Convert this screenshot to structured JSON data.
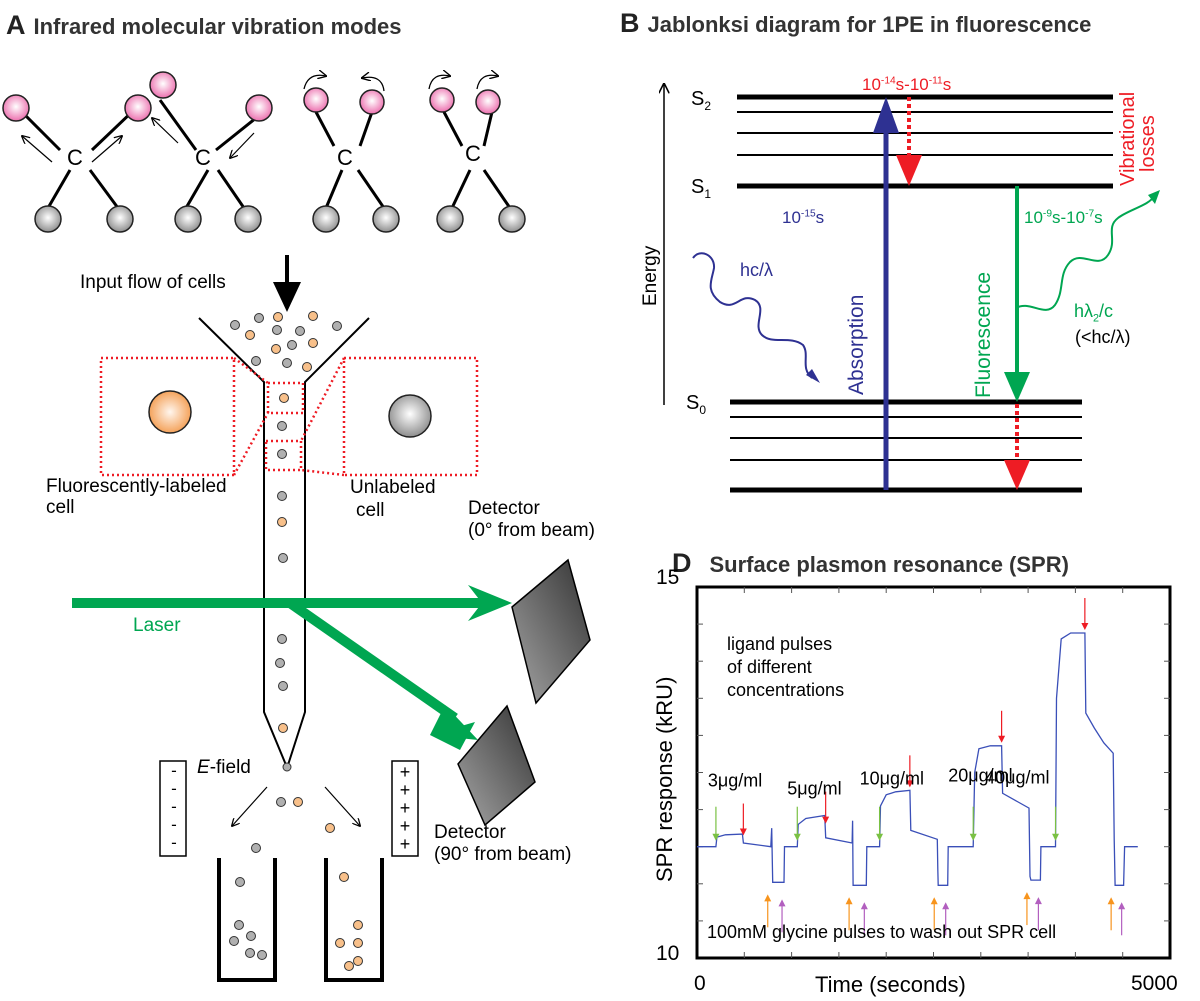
{
  "panels": {
    "A": {
      "letter": "A",
      "title": "Infrared molecular vibration modes",
      "carbon_label": "C",
      "input_flow_label": "Input flow of cells",
      "labeled_cell_label_1": "Fluorescently-labeled",
      "labeled_cell_label_2": "cell",
      "unlabeled_cell_label_1": "Unlabeled",
      "unlabeled_cell_label_2": "cell",
      "detector0_label_1": "Detector",
      "detector0_label_2": "(0° from beam)",
      "detector90_label_1": "Detector",
      "detector90_label_2": "(90° from beam)",
      "laser_label": "Laser",
      "efield_label_italic": "E",
      "efield_label_rest": "-field",
      "minus_sign": "-",
      "plus_sign": "+",
      "colors": {
        "pink_atom": "#f07fb8",
        "gray_atom": "#a8a8a8",
        "labeled_cell": "#f5a35a",
        "laser": "#00a651",
        "zoom_box": "#ee1c24"
      }
    },
    "B": {
      "letter": "B",
      "title": "Jablonksi diagram for 1PE in fluorescence",
      "energy_label": "Energy",
      "s2": "S",
      "s2_sub": "2",
      "s1": "S",
      "s1_sub": "1",
      "s0": "S",
      "s0_sub": "0",
      "vib_time_base1": "10",
      "vib_time_exp1": "-14",
      "vib_time_mid": "s-10",
      "vib_time_exp2": "-11",
      "vib_time_end": "s",
      "abs_time_base": "10",
      "abs_time_exp": "-15",
      "abs_time_end": "s",
      "fl_time_base1": "10",
      "fl_time_exp1": "-9",
      "fl_time_mid": "s-10",
      "fl_time_exp2": "-7",
      "fl_time_end": "s",
      "vibrational_losses_1": "Vibrational",
      "vibrational_losses_2": "losses",
      "absorption_label": "Absorption",
      "fluorescence_label": "Fluorescence",
      "photon_in_label": "hc/λ",
      "photon_out_label_h": "hλ",
      "photon_out_label_sub": "2",
      "photon_out_label_rest": "/c",
      "photon_out_note": "(<hc/λ)",
      "colors": {
        "absorption": "#2e3192",
        "fluorescence": "#00a651",
        "vibrational": "#ee1c24"
      }
    },
    "D": {
      "letter": "D",
      "title": "Surface plasmon resonance (SPR)",
      "ligand_note_1": "ligand pulses",
      "ligand_note_2": "of different",
      "ligand_note_3": "concentrations",
      "glycine_note": "100mM glycine pulses to wash out SPR cell"
    }
  },
  "chart_data": {
    "type": "line",
    "title": "Surface plasmon resonance (SPR)",
    "xlabel": "Time (seconds)",
    "ylabel": "SPR response (kRU)",
    "xlim": [
      0,
      5000
    ],
    "ylim": [
      10,
      15
    ],
    "x_tick_labels": [
      "0",
      "5000"
    ],
    "y_tick_labels": [
      "10",
      "15"
    ],
    "x_minor_ticks": 10,
    "y_minor_ticks": 10,
    "grid": false,
    "series": [
      {
        "name": "SPR response",
        "color": "#3a4fb8",
        "points": [
          [
            0,
            11.5
          ],
          [
            200,
            11.5
          ],
          [
            210,
            11.63
          ],
          [
            300,
            11.66
          ],
          [
            480,
            11.67
          ],
          [
            490,
            11.55
          ],
          [
            780,
            11.5
          ],
          [
            790,
            11.75
          ],
          [
            800,
            11.02
          ],
          [
            920,
            11.02
          ],
          [
            925,
            11.5
          ],
          [
            1060,
            11.5
          ],
          [
            1070,
            11.8
          ],
          [
            1150,
            11.88
          ],
          [
            1350,
            11.92
          ],
          [
            1360,
            11.62
          ],
          [
            1640,
            11.55
          ],
          [
            1645,
            11.85
          ],
          [
            1650,
            10.98
          ],
          [
            1790,
            10.98
          ],
          [
            1795,
            11.5
          ],
          [
            1930,
            11.5
          ],
          [
            1940,
            12.05
          ],
          [
            2000,
            12.2
          ],
          [
            2100,
            12.24
          ],
          [
            2250,
            12.26
          ],
          [
            2260,
            11.72
          ],
          [
            2540,
            11.6
          ],
          [
            2545,
            11.2
          ],
          [
            2550,
            10.98
          ],
          [
            2650,
            10.98
          ],
          [
            2655,
            11.5
          ],
          [
            2920,
            11.5
          ],
          [
            2935,
            12.5
          ],
          [
            2980,
            12.82
          ],
          [
            3100,
            12.86
          ],
          [
            3220,
            12.86
          ],
          [
            3230,
            12.22
          ],
          [
            3510,
            12.02
          ],
          [
            3520,
            11.1
          ],
          [
            3530,
            11.05
          ],
          [
            3630,
            11.05
          ],
          [
            3635,
            11.5
          ],
          [
            3790,
            11.5
          ],
          [
            3800,
            13.5
          ],
          [
            3850,
            14.3
          ],
          [
            3950,
            14.38
          ],
          [
            4100,
            14.38
          ],
          [
            4110,
            13.3
          ],
          [
            4200,
            13.1
          ],
          [
            4300,
            12.9
          ],
          [
            4400,
            12.76
          ],
          [
            4410,
            11.6
          ],
          [
            4420,
            10.98
          ],
          [
            4510,
            10.98
          ],
          [
            4520,
            11.5
          ],
          [
            4660,
            11.5
          ]
        ]
      }
    ],
    "annotations": [
      {
        "text": "3μg/ml",
        "ligand_on": 200,
        "ligand_off": 490
      },
      {
        "text": "5μg/ml",
        "ligand_on": 1060,
        "ligand_off": 1360
      },
      {
        "text": "10μg/ml",
        "ligand_on": 1930,
        "ligand_off": 2250
      },
      {
        "text": "20μg/ml",
        "ligand_on": 2920,
        "ligand_off": 3220
      },
      {
        "text": "40μg/ml",
        "ligand_on": 3790,
        "ligand_off": 4100
      }
    ],
    "glycine_pulses": [
      {
        "start": 790,
        "end": 920
      },
      {
        "start": 1650,
        "end": 1790
      },
      {
        "start": 2550,
        "end": 2650
      },
      {
        "start": 3530,
        "end": 3630
      },
      {
        "start": 4420,
        "end": 4510
      }
    ],
    "text_annotations": [
      "ligand pulses of different concentrations",
      "100mM glycine pulses to wash out SPR cell"
    ],
    "arrow_colors": {
      "ligand_on": "#7ac143",
      "ligand_off": "#ee1c24",
      "glycine_on": "#f7941d",
      "glycine_off": "#b25fbf"
    }
  }
}
